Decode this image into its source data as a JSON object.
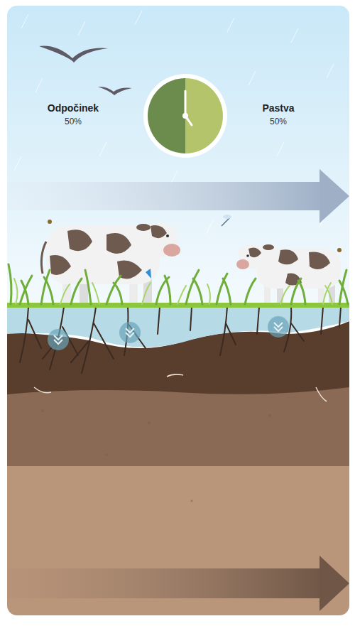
{
  "diagram": {
    "labels": [
      "Odpočinek",
      "50%",
      "Pastva",
      "50%"
    ]
  }
}
